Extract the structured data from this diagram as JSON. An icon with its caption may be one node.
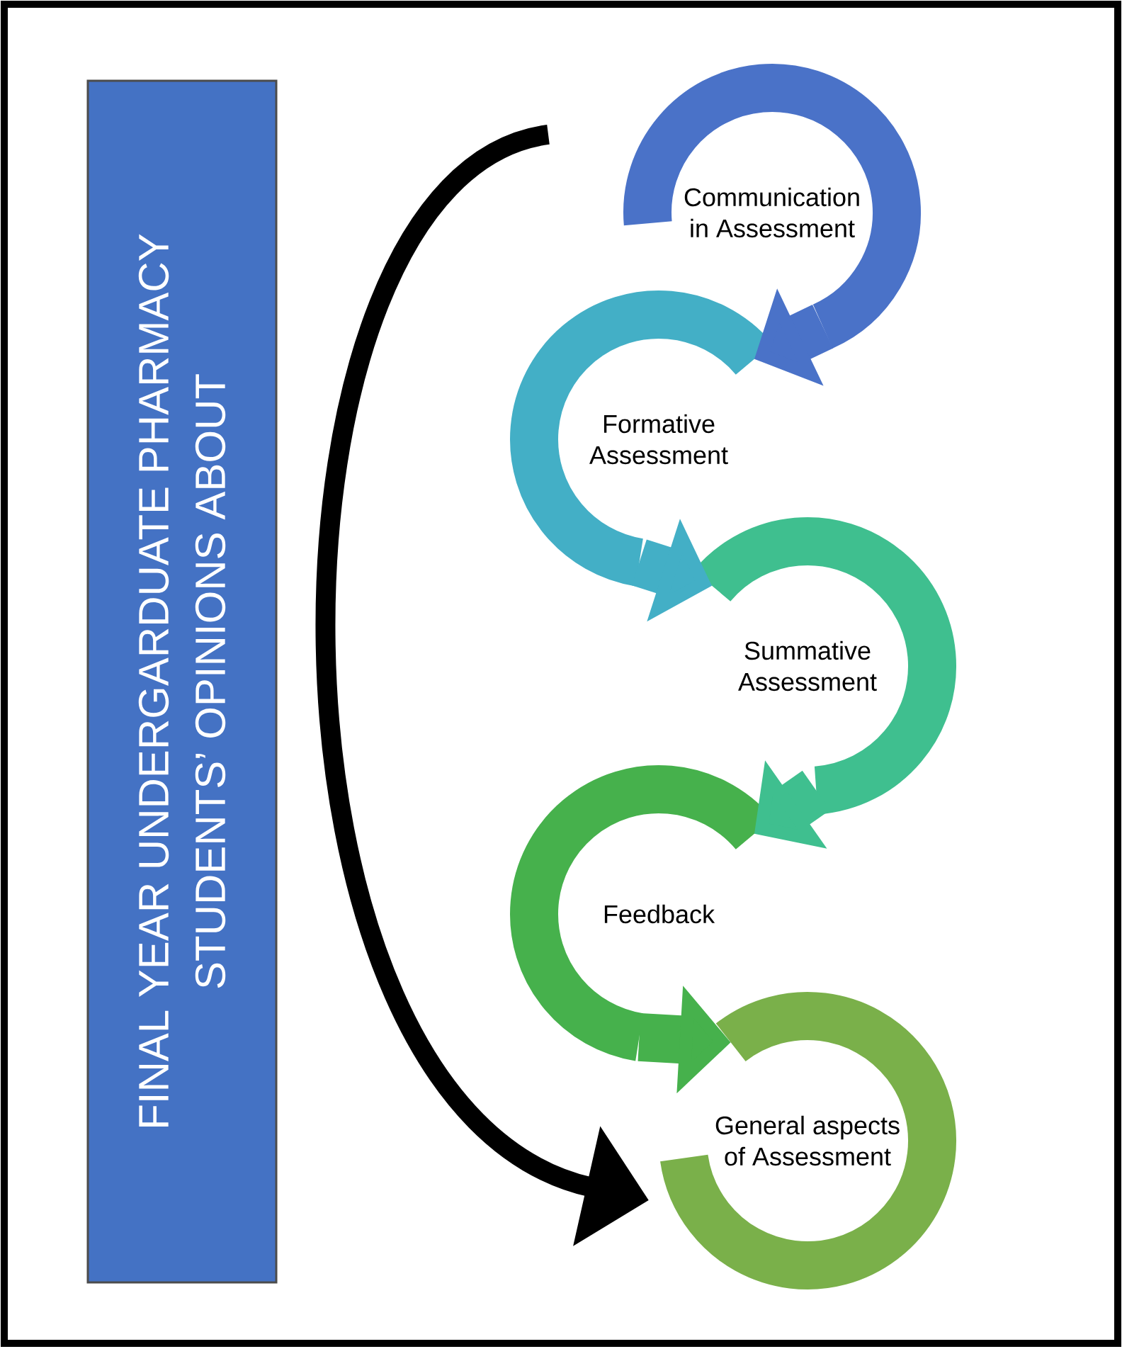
{
  "diagram": {
    "nodes": [
      {
        "text": [
          "FINAL YEAR UNDERGARDUATE PHARMACY STUDENTS’ OPINIONS ABOUT"
        ]
      },
      {
        "text": [
          "Communication in Assessment"
        ]
      },
      {
        "text": [
          "Formative Assessment"
        ]
      },
      {
        "text": [
          "Summative Assessment"
        ]
      },
      {
        "text": [
          "Feedback"
        ]
      },
      {
        "text": [
          "General aspects of Assessment"
        ]
      }
    ],
    "edges": [
      {
        "from": 1,
        "to": 2,
        "arrow": "to",
        "color": "#4a72c8"
      },
      {
        "from": 2,
        "to": 3,
        "arrow": "to",
        "color": "#43afc6"
      },
      {
        "from": 3,
        "to": 4,
        "arrow": "to",
        "color": "#3fbf8f"
      },
      {
        "from": 4,
        "to": 5,
        "arrow": "to",
        "color": "#46b14c"
      },
      {
        "from": null,
        "to": 5,
        "arrow": "to",
        "color": "#000000"
      }
    ]
  }
}
